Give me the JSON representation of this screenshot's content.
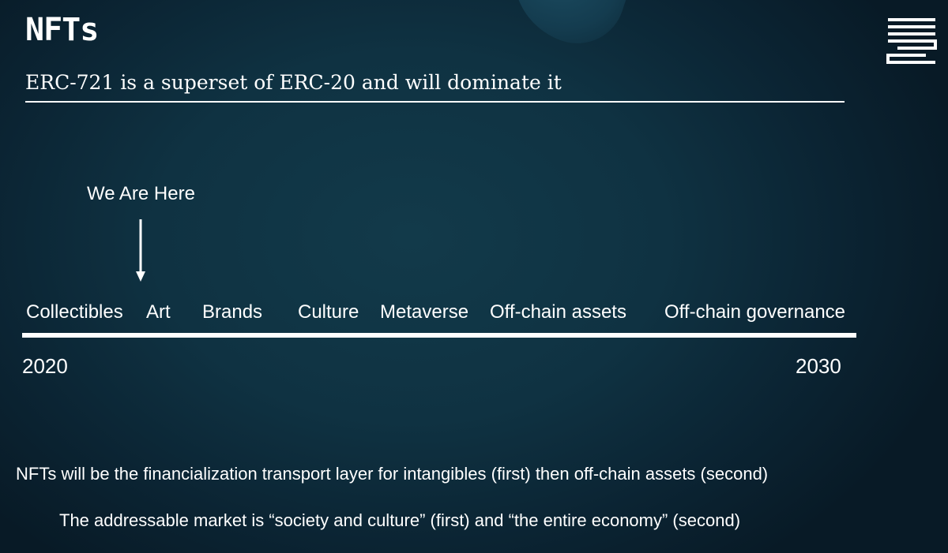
{
  "slide": {
    "title": "NFTs",
    "subtitle": "ERC-721 is a superset of ERC-20 and will dominate it",
    "marker_label": "We Are Here",
    "stages": [
      "Collectibles",
      "Art",
      "Brands",
      "Culture",
      "Metaverse",
      "Off-chain assets",
      "Off-chain governance"
    ],
    "start_year": "2020",
    "end_year": "2030",
    "note_1": "NFTs will be the financialization transport layer for intangibles (first) then off-chain assets (second)",
    "note_2": "The addressable market is “society and culture” (first) and “the entire economy” (second)"
  },
  "colors": {
    "background": "#0f3242",
    "foreground": "#ffffff"
  },
  "icons": {
    "logo": "stacked-bars-logo-icon",
    "arrow": "down-arrow-icon"
  }
}
